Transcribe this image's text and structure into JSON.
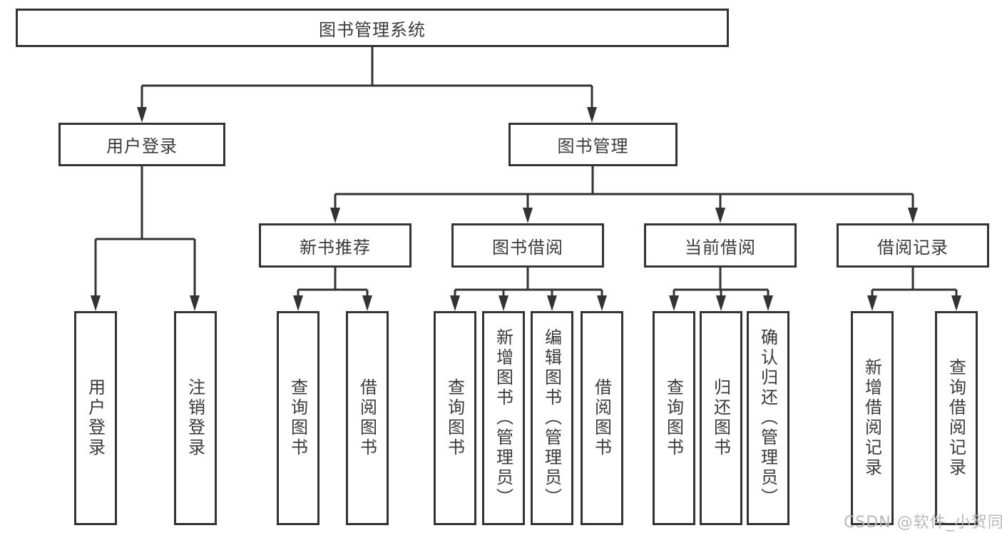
{
  "colors": {
    "background": "#ffffff",
    "line": "#333333",
    "box_border": "#333333",
    "text": "#3a3a3a",
    "watermark": "#b9b9b9"
  },
  "watermark": {
    "text": "CSDN @软件_小贺同学"
  },
  "diagram": {
    "root": {
      "label": "图书管理系统"
    },
    "branches": [
      {
        "label": "用户登录",
        "children": [
          {
            "label": "用户登录"
          },
          {
            "label": "注销登录"
          }
        ]
      },
      {
        "label": "图书管理",
        "children": [
          {
            "label": "新书推荐",
            "children": [
              {
                "label": "查询图书"
              },
              {
                "label": "借阅图书"
              }
            ]
          },
          {
            "label": "图书借阅",
            "children": [
              {
                "label": "查询图书"
              },
              {
                "label": "新增图书（管理员）"
              },
              {
                "label": "编辑图书（管理员）"
              },
              {
                "label": "借阅图书"
              }
            ]
          },
          {
            "label": "当前借阅",
            "children": [
              {
                "label": "查询图书"
              },
              {
                "label": "归还图书"
              },
              {
                "label": "确认归还（管理员）"
              }
            ]
          },
          {
            "label": "借阅记录",
            "children": [
              {
                "label": "新增借阅记录"
              },
              {
                "label": "查询借阅记录"
              }
            ]
          }
        ]
      }
    ]
  }
}
